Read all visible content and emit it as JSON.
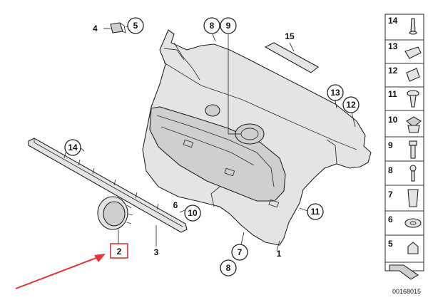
{
  "diagram": {
    "callouts": [
      "4",
      "5",
      "8",
      "9",
      "15",
      "13",
      "12",
      "14",
      "6",
      "10",
      "11",
      "7",
      "8",
      "1"
    ],
    "plain_labels": {
      "clip_part": "2",
      "trim_strip_part": "3"
    },
    "legend_numbers": [
      "14",
      "13",
      "12",
      "11",
      "10",
      "9",
      "8",
      "7",
      "6",
      "5"
    ],
    "diagram_code": "00168015",
    "highlight_color": "#e53333"
  }
}
